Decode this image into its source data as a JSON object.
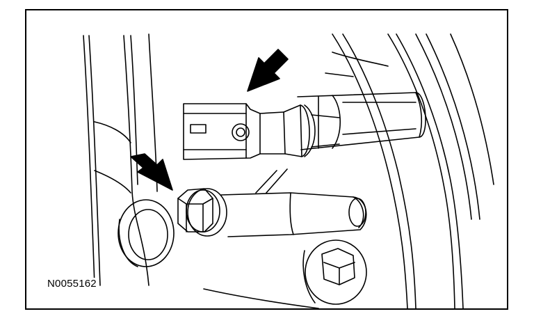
{
  "figure": {
    "reference_code": "N0055162",
    "line_color": "#000000",
    "background_color": "#ffffff",
    "callouts": [
      {
        "icon": "callout-arrow-icon",
        "points_to": "electrical-connector"
      },
      {
        "icon": "callout-arrow-icon",
        "points_to": "bolt-head"
      }
    ]
  }
}
